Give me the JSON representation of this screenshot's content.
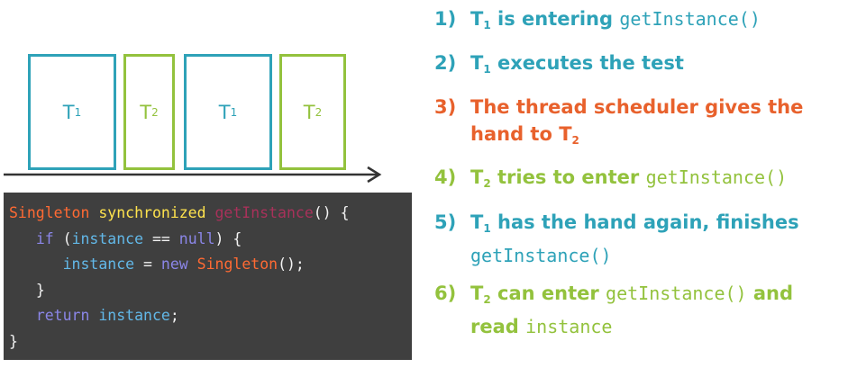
{
  "colors": {
    "t1": "#2ea2b8",
    "t2": "#93c23d",
    "scheduler": "#e8612c",
    "timeline": "#333333",
    "code_bg": "#3f3f3f"
  },
  "timeline": {
    "boxes": [
      {
        "thread": "T",
        "index": "1"
      },
      {
        "thread": "T",
        "index": "2"
      },
      {
        "thread": "T",
        "index": "1"
      },
      {
        "thread": "T",
        "index": "2"
      }
    ]
  },
  "code": {
    "line1": {
      "type": "Singleton",
      "kw": "synchronized",
      "fn": "getInstance",
      "rest": "() {"
    },
    "line2": {
      "ctl": "if",
      "p1": " (",
      "var": "instance",
      "op": " == ",
      "null": "null",
      "rest": ") {"
    },
    "line3": {
      "var": "instance",
      "op": " = ",
      "ctl": "new",
      "type": "Singleton",
      "rest": "();"
    },
    "line4": {
      "rest": "}"
    },
    "line5": {
      "ctl": "return",
      "var": "instance",
      "rest": ";"
    },
    "line6": {
      "rest": "}"
    }
  },
  "steps": [
    {
      "num": "1)",
      "t": "T",
      "sub": "1",
      "text": " is entering ",
      "code": "getInstance()"
    },
    {
      "num": "2)",
      "t": "T",
      "sub": "1",
      "text": " executes the test"
    },
    {
      "num": "3)",
      "text": "The thread scheduler gives the hand to ",
      "t": "T",
      "sub": "2"
    },
    {
      "num": "4)",
      "t": "T",
      "sub": "2",
      "text": " tries to enter ",
      "code": "getInstance()"
    },
    {
      "num": "5)",
      "t": "T",
      "sub": "1",
      "text": " has the hand again, finishes ",
      "code": "getInstance()"
    },
    {
      "num": "6)",
      "t": "T",
      "sub": "2",
      "text": " can enter ",
      "code": "getInstance()",
      "text2": " and read ",
      "code2": "instance"
    }
  ]
}
